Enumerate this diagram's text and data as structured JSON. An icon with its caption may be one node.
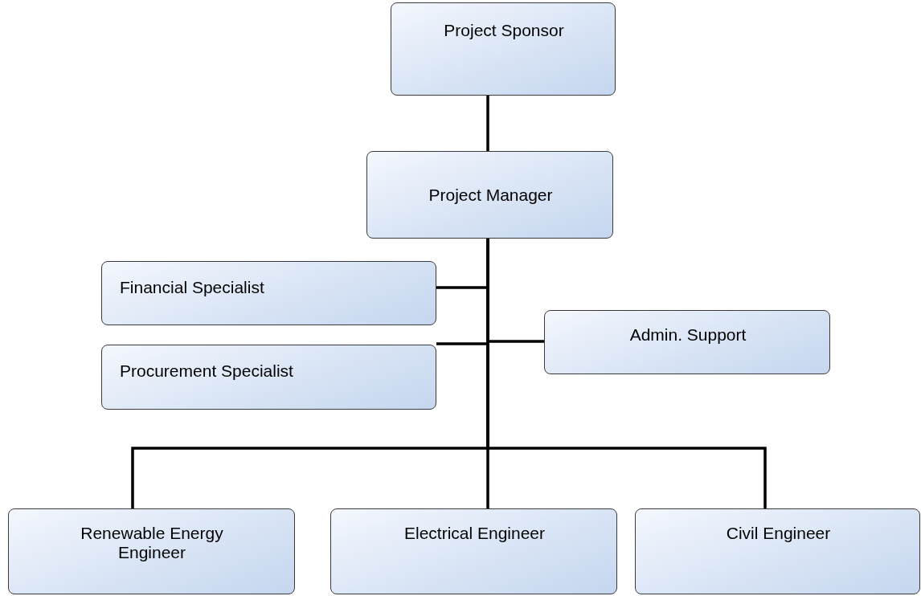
{
  "diagram": {
    "nodes": [
      {
        "text": [
          "Project Sponsor"
        ]
      },
      {
        "text": [
          "Project Manager"
        ]
      },
      {
        "text": [
          "Financial Specialist"
        ]
      },
      {
        "text": [
          "Procurement Specialist"
        ]
      },
      {
        "text": [
          "Admin. Support"
        ]
      },
      {
        "text": [
          "Renewable Energy Engineer"
        ]
      },
      {
        "text": [
          "Electrical Engineer"
        ]
      },
      {
        "text": [
          "Civil Engineer"
        ]
      }
    ],
    "edges": [
      {
        "from": 0,
        "to": 1,
        "arrow": "none"
      },
      {
        "from": 1,
        "to": 2,
        "arrow": "none"
      },
      {
        "from": 1,
        "to": 3,
        "arrow": "none"
      },
      {
        "from": 1,
        "to": 4,
        "arrow": "none"
      },
      {
        "from": 1,
        "to": 5,
        "arrow": "none"
      },
      {
        "from": 1,
        "to": 6,
        "arrow": "none"
      },
      {
        "from": 1,
        "to": 7,
        "arrow": "none"
      }
    ]
  }
}
